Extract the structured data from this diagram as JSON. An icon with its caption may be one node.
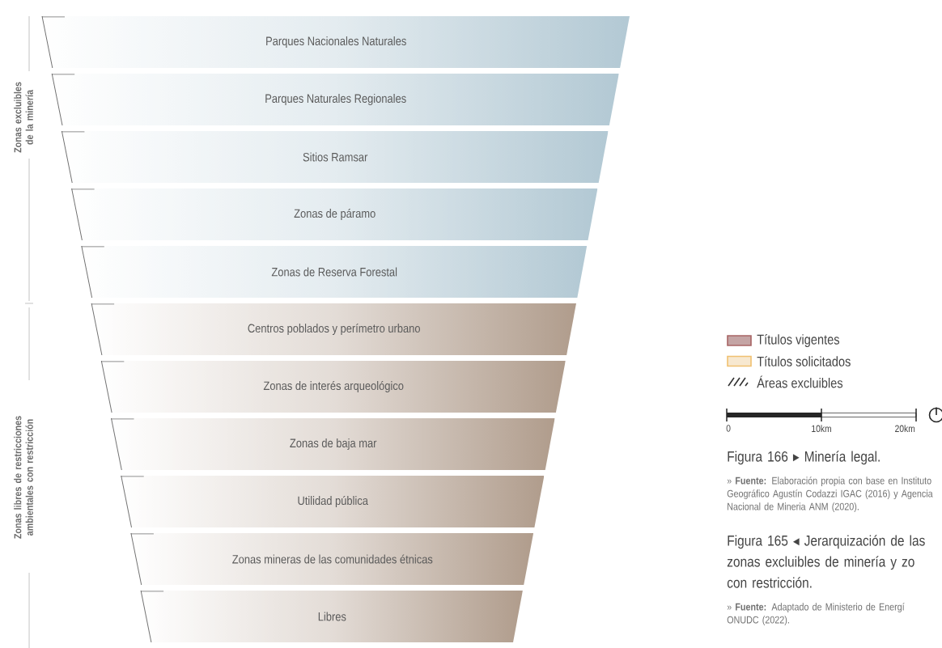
{
  "diagram": {
    "nodes": [
      {
        "text": [
          "Parques Nacionales Naturales"
        ]
      },
      {
        "text": [
          "Parques Naturales Regionales"
        ]
      },
      {
        "text": [
          "Sitios Ramsar"
        ]
      },
      {
        "text": [
          "Zonas de páramo"
        ]
      },
      {
        "text": [
          "Zonas de Reserva Forestal"
        ]
      },
      {
        "text": [
          "Centros poblados y perímetro urbano"
        ]
      },
      {
        "text": [
          "Zonas de interés arqueológico"
        ]
      },
      {
        "text": [
          "Zonas de baja mar"
        ]
      },
      {
        "text": [
          "Utilidad pública"
        ]
      },
      {
        "text": [
          "Zonas mineras de las comunidades étnicas"
        ]
      },
      {
        "text": [
          "Libres"
        ]
      }
    ],
    "labels": [
      "Zonas excluibles de la minería",
      "Zonas libres de restricciones ambientales con restricción",
      "0",
      "10km",
      "20km",
      "Figura 166 ▸ Minería legal.",
      "» **Fuente:** Elaboración propia con base en Instituto Geográfico Agustín Codazzi IGAC (2016) y Agencia Nacional de Mineria ANM (2020).",
      "Figura 165 ◂ Jerarquización de las zonas excluibles de minería y zo con restricción.",
      "» **Fuente:** Adaptado de Ministerio de Energí ONUDC (2022)."
    ],
    "legend": [
      {
        "text": "Títulos vigentes",
        "color": "#c4a4a4"
      },
      {
        "text": "Títulos solicitados",
        "color": "#f7e8d0"
      },
      {
        "text": "Áreas excluibles"
      }
    ]
  }
}
